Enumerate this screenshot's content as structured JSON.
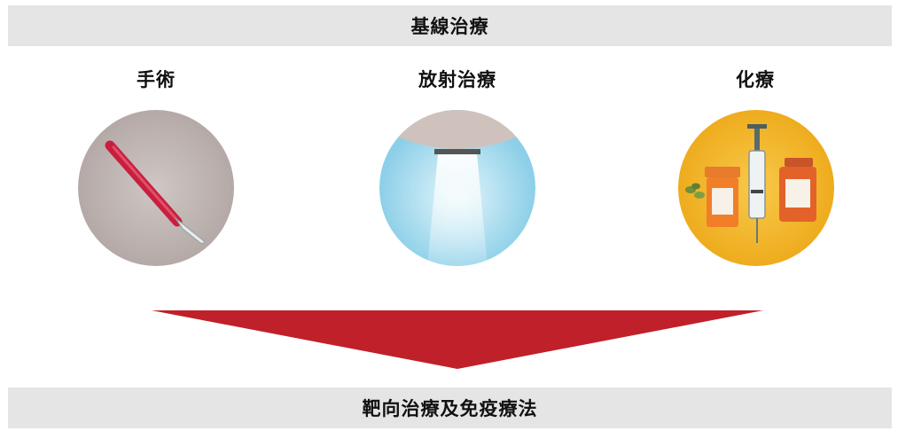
{
  "header": {
    "title": "基線治療"
  },
  "treatments": [
    {
      "label": "手術",
      "icon": "scalpel-icon"
    },
    {
      "label": "放射治療",
      "icon": "radiation-beam-icon"
    },
    {
      "label": "化療",
      "icon": "medication-syringe-icon"
    }
  ],
  "footer": {
    "title": "靶向治療及免疫療法"
  },
  "colors": {
    "banner_bg": "#e5e5e5",
    "arrow": "#c0202a",
    "surgery_bg": "#bdb3b0",
    "radiation_bg": "#a9dcef",
    "chemo_bg": "#f3b72a"
  }
}
